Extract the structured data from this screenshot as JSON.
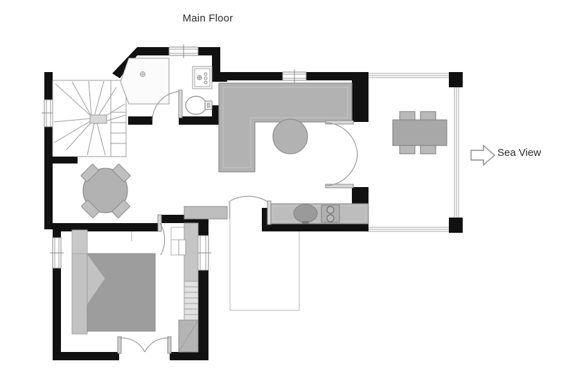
{
  "page": {
    "title": "Main Floor",
    "background_color": "#ffffff"
  },
  "annotations": {
    "sea_view_label": "Sea View",
    "sea_view_arrow_icon": "arrow-right-outline-icon"
  },
  "palette": {
    "wall_black": "#111111",
    "furniture_gray": "#a8a8a8",
    "furniture_gray_dark": "#9a9a9a",
    "furniture_gray_light": "#c9c9c9",
    "furniture_gray_lighter": "#d6d6d6",
    "outline_gray": "#8a8a8a",
    "thin_line": "#999999",
    "glass_line": "#b0b0b0",
    "text_color": "#2b2b2b"
  },
  "rooms": [
    {
      "name": "stair-hall",
      "label": ""
    },
    {
      "name": "bathroom",
      "label": ""
    },
    {
      "name": "living-room",
      "label": ""
    },
    {
      "name": "dining-conservatory",
      "label": ""
    },
    {
      "name": "kitchen",
      "label": ""
    },
    {
      "name": "bedroom",
      "label": ""
    },
    {
      "name": "utility-closet",
      "label": ""
    }
  ],
  "fixtures": [
    {
      "name": "winder-staircase",
      "type": "stair"
    },
    {
      "name": "shower-tray",
      "type": "plumbing"
    },
    {
      "name": "wash-basin",
      "type": "plumbing"
    },
    {
      "name": "toilet",
      "type": "plumbing"
    },
    {
      "name": "l-shaped-sofa",
      "type": "furniture"
    },
    {
      "name": "round-coffee-table",
      "type": "furniture"
    },
    {
      "name": "round-dining-table",
      "type": "furniture"
    },
    {
      "name": "round-table-chair",
      "type": "furniture",
      "count": 4
    },
    {
      "name": "rectangular-dining-table",
      "type": "furniture"
    },
    {
      "name": "dining-chair",
      "type": "furniture",
      "count": 4
    },
    {
      "name": "kitchen-counter",
      "type": "furniture"
    },
    {
      "name": "kitchen-sink",
      "type": "plumbing"
    },
    {
      "name": "cooktop",
      "type": "appliance"
    },
    {
      "name": "double-bed",
      "type": "furniture"
    },
    {
      "name": "bed-headboard",
      "type": "furniture"
    },
    {
      "name": "wardrobe-closet",
      "type": "furniture"
    },
    {
      "name": "shelving-unit",
      "type": "furniture"
    },
    {
      "name": "sideboard-cabinet",
      "type": "furniture"
    }
  ],
  "openings": [
    {
      "name": "window-stair-west",
      "type": "window"
    },
    {
      "name": "window-bathroom-north",
      "type": "window"
    },
    {
      "name": "window-living-north",
      "type": "window"
    },
    {
      "name": "window-bedroom-west",
      "type": "window"
    },
    {
      "name": "window-utility-east",
      "type": "window"
    },
    {
      "name": "door-bathroom",
      "type": "swing-door"
    },
    {
      "name": "door-living-double",
      "type": "double-swing-door"
    },
    {
      "name": "door-hall-to-kitchen",
      "type": "swing-door"
    },
    {
      "name": "door-bedroom",
      "type": "swing-door"
    },
    {
      "name": "door-bedroom-french",
      "type": "french-door"
    },
    {
      "name": "glazed-curtain-wall-east",
      "type": "glazing"
    },
    {
      "name": "glazed-curtain-wall-north",
      "type": "glazing"
    },
    {
      "name": "glazed-curtain-wall-south",
      "type": "glazing"
    }
  ]
}
